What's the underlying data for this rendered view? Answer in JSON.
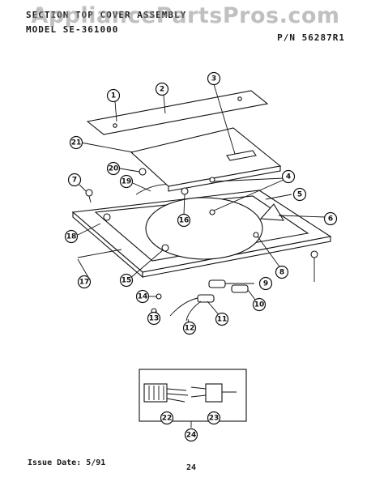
{
  "header": {
    "section_label": "SECTION",
    "section_title": "TOP COVER ASSEMBLY",
    "model_label": "MODEL",
    "model_value": "SE-361000",
    "part_number": "P/N 56287R1"
  },
  "watermark": "AppliancePartsPros.com",
  "callouts": [
    "1",
    "2",
    "3",
    "4",
    "5",
    "6",
    "7",
    "8",
    "9",
    "10",
    "11",
    "12",
    "13",
    "14",
    "15",
    "16",
    "17",
    "18",
    "19",
    "20",
    "21",
    "22",
    "23",
    "24"
  ],
  "footer": {
    "issue": "Issue Date: 5/91",
    "page": "24"
  }
}
